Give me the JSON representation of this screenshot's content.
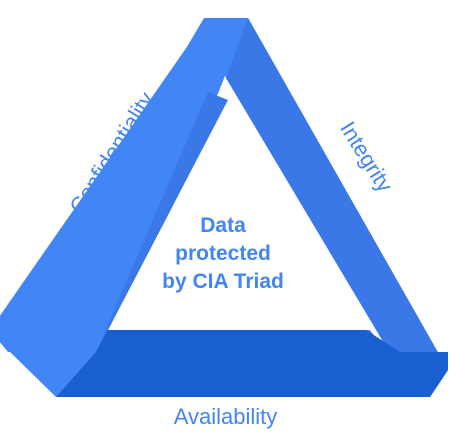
{
  "diagram": {
    "labels": {
      "left": "Confidentiality",
      "right": "Integrity",
      "bottom": "Availability"
    },
    "center": {
      "line1": "Data",
      "line2": "protected",
      "line3": "by CIA Triad"
    }
  },
  "colors": {
    "face_light": "#4285F4",
    "face_mid": "#3b78e7",
    "face_dark": "#1a5fd0",
    "label_text": "#4285F4",
    "center_text": "#4285F4"
  }
}
